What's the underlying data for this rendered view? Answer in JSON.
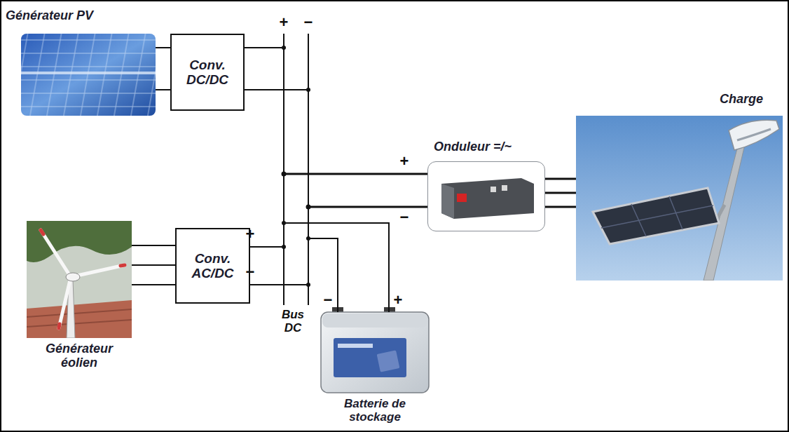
{
  "diagram": {
    "nodes": [
      {
        "text": [
          "Générateur PV"
        ]
      },
      {
        "text": [
          "Conv. DC/DC"
        ]
      },
      {
        "text": [
          "Onduleur =/~"
        ]
      },
      {
        "text": [
          "Charge"
        ]
      },
      {
        "text": [
          "Générateur éolien"
        ]
      },
      {
        "text": [
          "Conv. AC/DC"
        ]
      },
      {
        "text": [
          "Batterie de stockage"
        ]
      }
    ],
    "edges": [
      {
        "from": 0,
        "to": 1,
        "arrow": "none"
      },
      {
        "from": 4,
        "to": 5,
        "arrow": "none"
      },
      {
        "from": 2,
        "to": 3,
        "arrow": "none"
      }
    ],
    "labels": [
      "+",
      "−",
      "+",
      "−",
      "+",
      "−",
      "−",
      "+",
      "Bus DC"
    ]
  }
}
